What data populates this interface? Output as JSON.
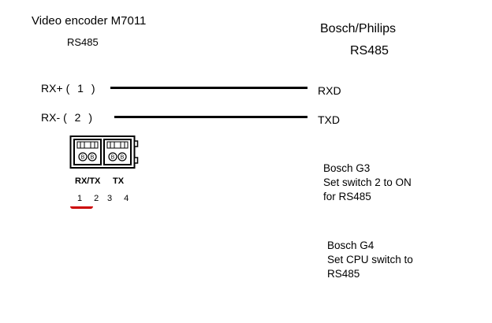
{
  "diagram": {
    "title": "Video encoder M7011",
    "subtitle": "RS485",
    "right_header": {
      "line1": "Bosch/Philips",
      "line2": "RS485"
    },
    "connections": [
      {
        "left": "RX+",
        "pin": "( 1 )",
        "right": "RXD"
      },
      {
        "left": "RX-",
        "pin": "( 2 )",
        "right": "TXD"
      }
    ],
    "connector": {
      "label_left": "RX/TX",
      "label_right": "TX",
      "pins_left": "1 2",
      "pins_right": "3 4",
      "icon": "terminal-block-connector"
    },
    "notes": [
      {
        "line1": "Bosch G3",
        "line2": "Set switch 2 to ON",
        "line3": "for RS485"
      },
      {
        "line1": "Bosch G4",
        "line2": "Set CPU switch to",
        "line3": "RS485"
      }
    ],
    "colors": {
      "wire": "#000000",
      "underline": "#cc0000"
    }
  }
}
